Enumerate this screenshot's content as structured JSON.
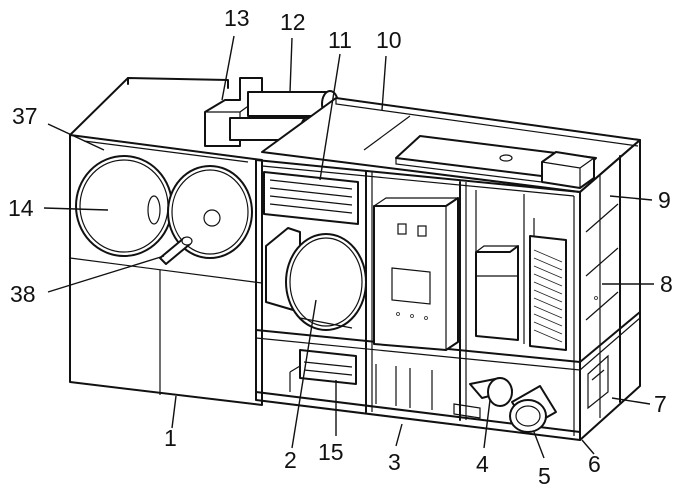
{
  "diagram": {
    "title": "",
    "labels": {
      "l1": "1",
      "l2": "2",
      "l3": "3",
      "l4": "4",
      "l5": "5",
      "l6": "6",
      "l7": "7",
      "l8": "8",
      "l9": "9",
      "l10": "10",
      "l11": "11",
      "l12": "12",
      "l13": "13",
      "l14": "14",
      "l15": "15",
      "l37": "37",
      "l38": "38"
    }
  }
}
